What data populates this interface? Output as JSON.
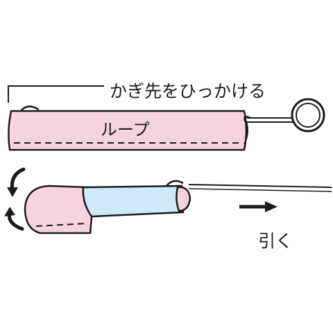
{
  "labels": {
    "hook_instruction": "かぎ先をひっかける",
    "loop": "ループ",
    "pull": "引く"
  },
  "colors": {
    "outline": "#1a1a1a",
    "fabric_outer": "#f7d3e2",
    "fabric_inner": "#cfe9f7",
    "background": "#ffffff"
  },
  "icons": {
    "hook_tool": "loop-turner-hook-icon",
    "pull_arrow": "right-arrow-icon",
    "turn_arrow": "curved-rotation-arrow-icon"
  }
}
